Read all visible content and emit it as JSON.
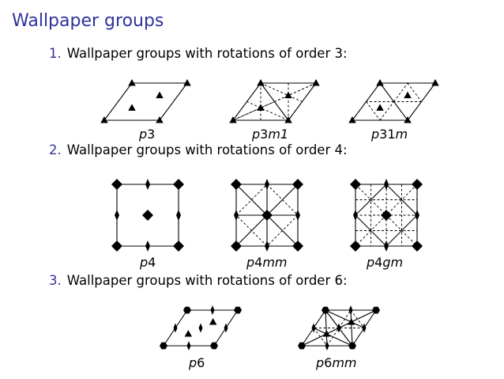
{
  "slide": {
    "title": "Wallpaper groups",
    "items": [
      {
        "number": "1.",
        "text": "Wallpaper groups with rotations of order 3:",
        "figures": [
          {
            "label_main": "p",
            "label_rest": "3",
            "label_tail": ""
          },
          {
            "label_main": "p",
            "label_rest": "3",
            "label_tail": "m1"
          },
          {
            "label_main": "p",
            "label_rest": "31",
            "label_tail": "m"
          }
        ]
      },
      {
        "number": "2.",
        "text": "Wallpaper groups with rotations of order 4:",
        "figures": [
          {
            "label_main": "p",
            "label_rest": "4",
            "label_tail": ""
          },
          {
            "label_main": "p",
            "label_rest": "4",
            "label_tail": "mm"
          },
          {
            "label_main": "p",
            "label_rest": "4",
            "label_tail": "gm"
          }
        ]
      },
      {
        "number": "3.",
        "text": "Wallpaper groups with rotations of order 6:",
        "figures": [
          {
            "label_main": "p",
            "label_rest": "6",
            "label_tail": ""
          },
          {
            "label_main": "p",
            "label_rest": "6",
            "label_tail": "mm"
          }
        ]
      }
    ]
  },
  "colors": {
    "title": "#32329a",
    "number": "#32329a",
    "text": "#000000"
  }
}
